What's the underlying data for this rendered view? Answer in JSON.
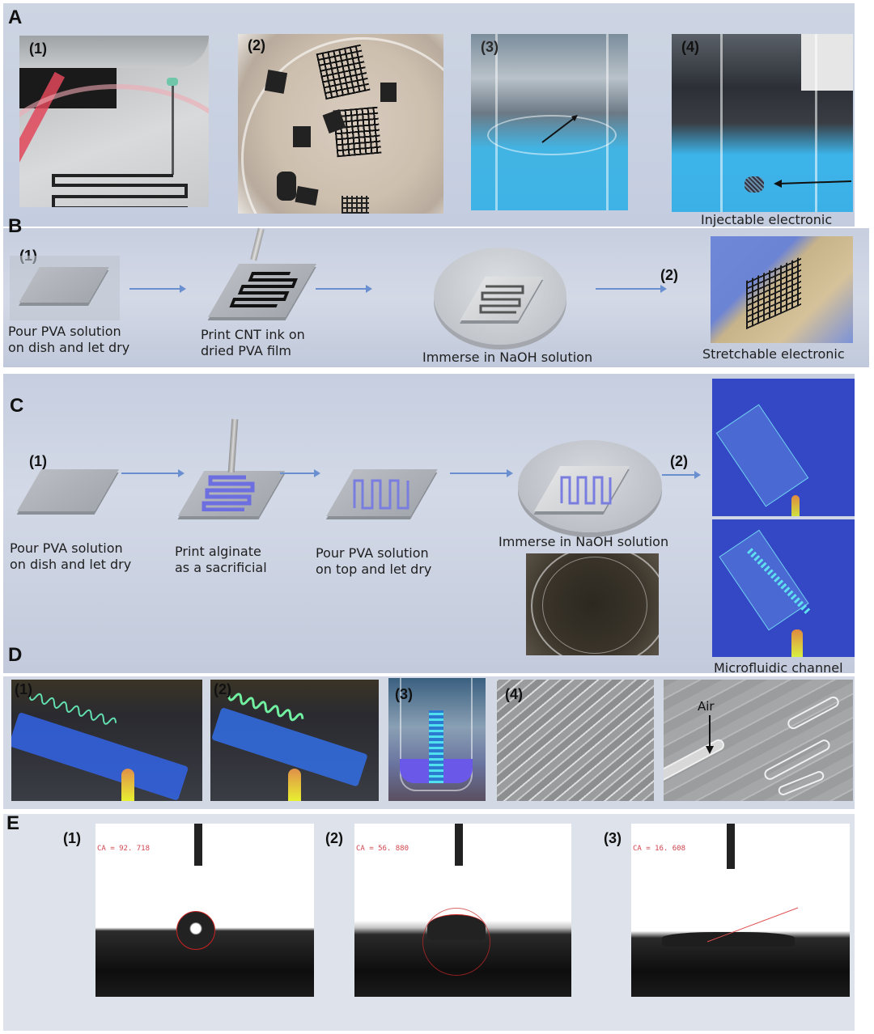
{
  "figure": {
    "panels": {
      "A": {
        "label": "A",
        "subpanels": [
          {
            "id": "1",
            "label": "(1)",
            "description": "Printing serpentine CNT ink pattern with nozzle in petri dish"
          },
          {
            "id": "2",
            "label": "(2)",
            "description": "Printed CNT meshes in petri dish"
          },
          {
            "id": "3",
            "label": "(3)",
            "description": "Mesh in beaker of blue solution with arrow"
          },
          {
            "id": "4",
            "label": "(4)",
            "description": "Mesh floating in beaker with arrow"
          }
        ],
        "caption": "Injectable electronic"
      },
      "B": {
        "label": "B",
        "steps": [
          {
            "label": "(1)",
            "caption_line1": "Pour PVA solution",
            "caption_line2": "on dish and let dry"
          },
          {
            "label": "",
            "caption_line1": "Print CNT ink on",
            "caption_line2": "dried PVA film"
          },
          {
            "label": "",
            "caption_line1": "Immerse in NaOH solution",
            "caption_line2": ""
          },
          {
            "label": "(2)",
            "caption_line1": "Stretchable electronic",
            "caption_line2": ""
          }
        ]
      },
      "C": {
        "label": "C",
        "steps": [
          {
            "label": "(1)",
            "caption_line1": "Pour PVA solution",
            "caption_line2": "on dish and let dry"
          },
          {
            "label": "",
            "caption_line1": "Print alginate",
            "caption_line2": "as a sacrificial"
          },
          {
            "label": "",
            "caption_line1": "Pour PVA solution",
            "caption_line2": "on top and let dry"
          },
          {
            "label": "",
            "caption_line1": "Immerse in NaOH solution",
            "caption_line2": ""
          },
          {
            "label": "(2)",
            "caption_line1": "Microfluidic channel",
            "caption_line2": ""
          }
        ]
      },
      "D": {
        "label": "D",
        "subpanels": [
          {
            "id": "1",
            "label": "(1)"
          },
          {
            "id": "2",
            "label": "(2)"
          },
          {
            "id": "3",
            "label": "(3)"
          },
          {
            "id": "4",
            "label": "(4)"
          },
          {
            "id": "5",
            "label": "",
            "annotation": "Air"
          }
        ]
      },
      "E": {
        "label": "E",
        "subpanels": [
          {
            "id": "1",
            "label": "(1)",
            "contact_angle": "CA = 92. 718"
          },
          {
            "id": "2",
            "label": "(2)",
            "contact_angle": "CA = 56. 880"
          },
          {
            "id": "3",
            "label": "(3)",
            "contact_angle": "CA = 16. 608"
          }
        ]
      }
    },
    "colors": {
      "panel_bg": "#cdd4e2",
      "arrow": "#6a8fd0",
      "ca_text": "#d0454f",
      "uv_blue": "#2f3fc2",
      "fluor_green": "#7df0b0"
    }
  }
}
